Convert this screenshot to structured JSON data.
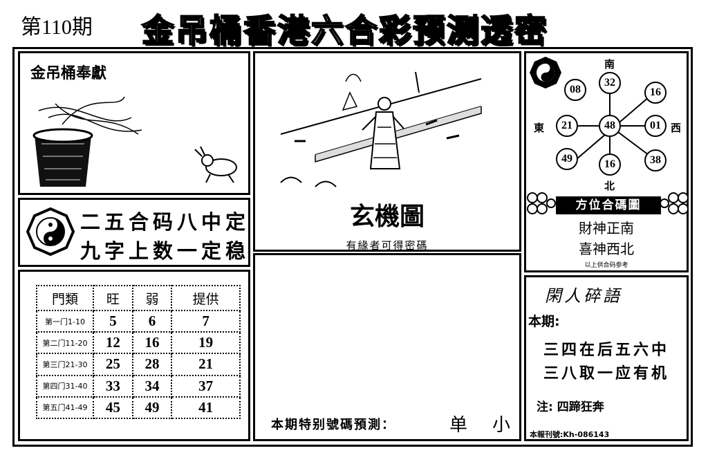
{
  "header": {
    "issue": "第110期",
    "title": "金吊桶香港六合彩预测透密"
  },
  "left": {
    "tribute": "金吊桶奉獻",
    "slogan_line1": "二五合码八中定",
    "slogan_line2": "九字上数一定稳",
    "grid": {
      "headers": [
        "門類",
        "旺",
        "弱",
        "提供"
      ],
      "rows": [
        {
          "label": "第一门1-10",
          "values": [
            "5",
            "6",
            "7"
          ]
        },
        {
          "label": "第二门11-20",
          "values": [
            "12",
            "16",
            "19"
          ]
        },
        {
          "label": "第三门21-30",
          "values": [
            "25",
            "28",
            "21"
          ]
        },
        {
          "label": "第四门31-40",
          "values": [
            "33",
            "34",
            "37"
          ]
        },
        {
          "label": "第五门41-49",
          "values": [
            "45",
            "49",
            "41"
          ]
        }
      ]
    }
  },
  "center": {
    "caption": "玄機圖",
    "subcaption": "有緣者可得密碼",
    "special_label": "本期特别號碼預測：",
    "special_value1": "单",
    "special_value2": "小"
  },
  "compass": {
    "south": "南",
    "north": "北",
    "east": "東",
    "west": "西",
    "center": "48",
    "top": "32",
    "bottom": "16",
    "left": "21",
    "right": "01",
    "top_left": "08",
    "top_right": "16",
    "bottom_left": "49",
    "bottom_right": "38",
    "banner": "方位合碼圖",
    "wealth": "財神正南",
    "joy": "喜神西北",
    "note": "以上供合码参考"
  },
  "gossip": {
    "title": "閑人碎語",
    "period_label": "本期:",
    "line1": "三四在后五六中",
    "line2": "三八取一应有机",
    "hint": "注: 四蹄狂奔",
    "publication": "本報刊號:Kh-086143"
  }
}
